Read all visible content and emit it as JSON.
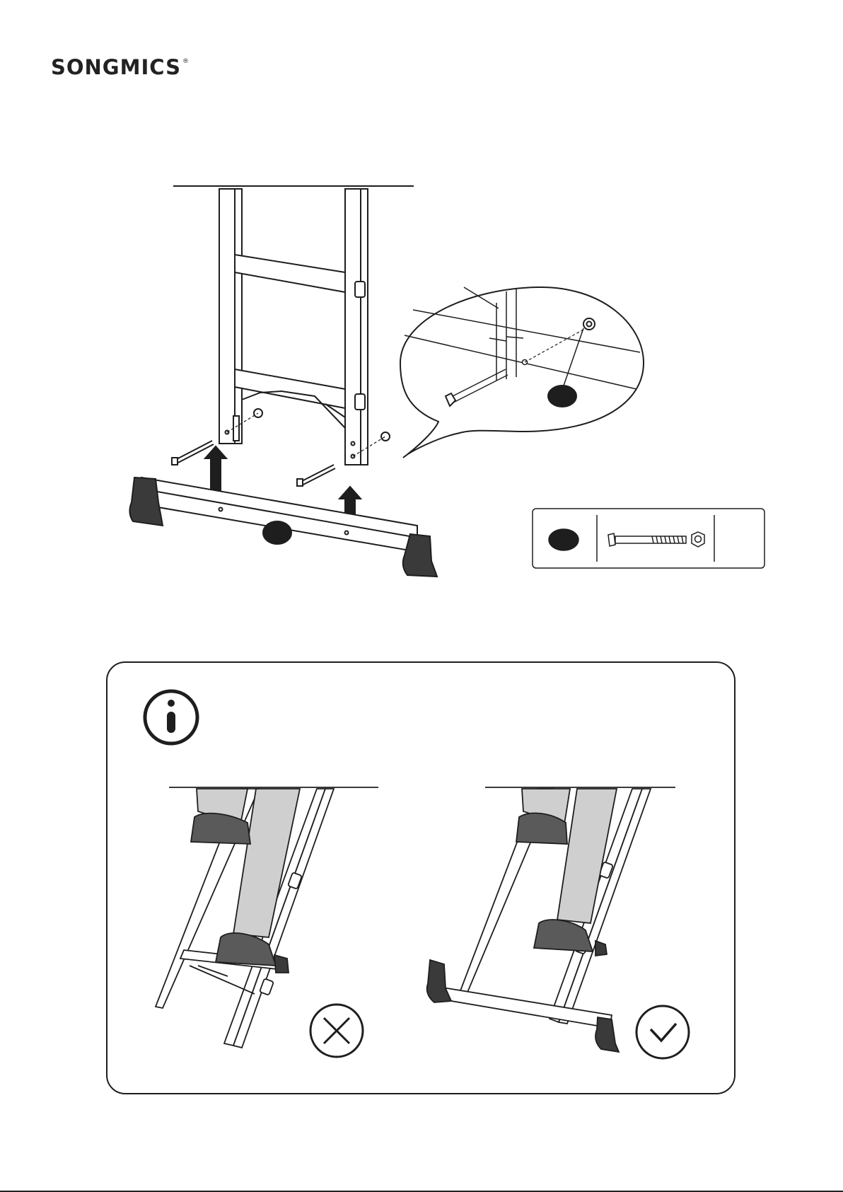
{
  "brand": {
    "name": "SONGMICS",
    "registered_mark": "®"
  },
  "icons": {
    "info": "info-icon",
    "incorrect": "cross-circle-icon",
    "correct": "check-circle-icon",
    "arrow": "arrow-up-icon"
  },
  "colors": {
    "line": "#1e1e1e",
    "dark_fill": "#3a3a3a",
    "foot_gray": "#5a5a5a",
    "pants_gray": "#cfcfcf",
    "background": "#ffffff"
  },
  "parts": [
    {
      "part": "bolt-with-nut",
      "label_marker": "part-marker"
    }
  ],
  "note_panel": {
    "examples": [
      {
        "name": "incorrect-use-without-stabilizer",
        "verdict": "incorrect"
      },
      {
        "name": "correct-use-with-stabilizer",
        "verdict": "correct"
      }
    ]
  }
}
